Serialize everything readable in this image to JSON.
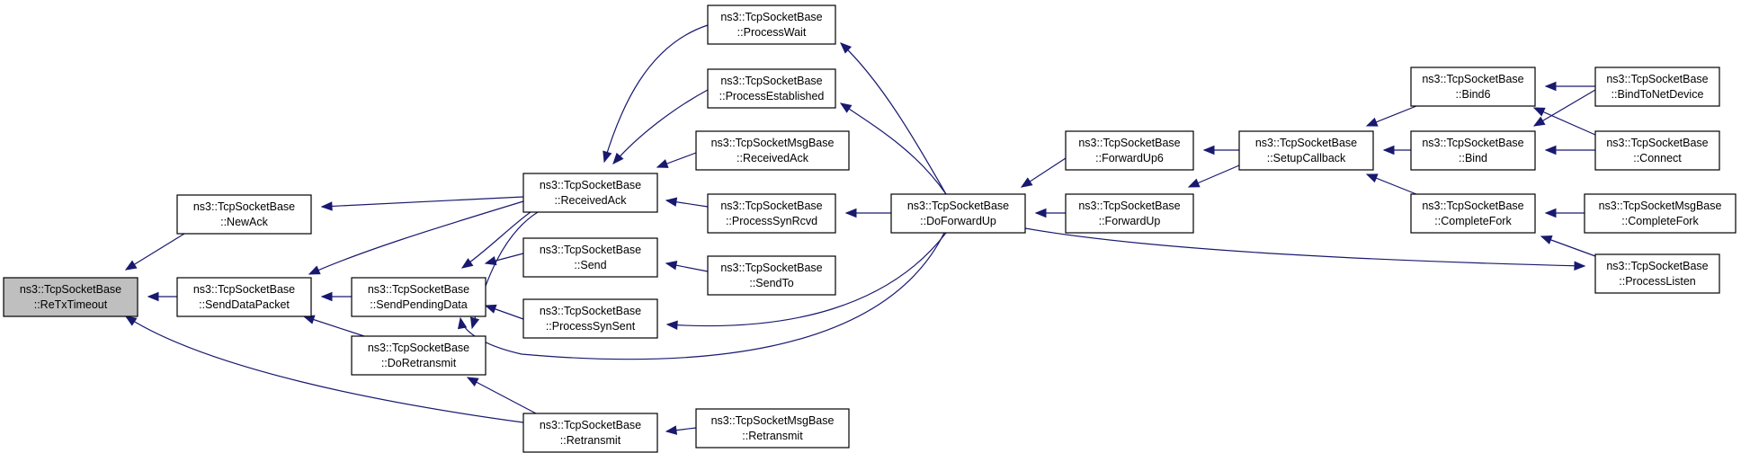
{
  "diagram": {
    "accent_color": "#191970",
    "node_fill": "#ffffff",
    "current_node_fill": "#bfbfbf",
    "nodes": [
      {
        "id": "RetxTimeout",
        "line1": "ns3::TcpSocketBase",
        "line2": "::ReTxTimeout",
        "current": true
      },
      {
        "id": "NewAck",
        "line1": "ns3::TcpSocketBase",
        "line2": "::NewAck"
      },
      {
        "id": "SendDataPacket",
        "line1": "ns3::TcpSocketBase",
        "line2": "::SendDataPacket"
      },
      {
        "id": "SendPendingData",
        "line1": "ns3::TcpSocketBase",
        "line2": "::SendPendingData"
      },
      {
        "id": "DoRetransmit",
        "line1": "ns3::TcpSocketBase",
        "line2": "::DoRetransmit"
      },
      {
        "id": "ReceivedAck",
        "line1": "ns3::TcpSocketBase",
        "line2": "::ReceivedAck"
      },
      {
        "id": "Send",
        "line1": "ns3::TcpSocketBase",
        "line2": "::Send"
      },
      {
        "id": "ProcessSynSent",
        "line1": "ns3::TcpSocketBase",
        "line2": "::ProcessSynSent"
      },
      {
        "id": "Retransmit",
        "line1": "ns3::TcpSocketBase",
        "line2": "::Retransmit"
      },
      {
        "id": "ProcessWait",
        "line1": "ns3::TcpSocketBase",
        "line2": "::ProcessWait"
      },
      {
        "id": "ProcessEstablished",
        "line1": "ns3::TcpSocketBase",
        "line2": "::ProcessEstablished"
      },
      {
        "id": "MsgReceivedAck",
        "line1": "ns3::TcpSocketMsgBase",
        "line2": "::ReceivedAck"
      },
      {
        "id": "ProcessSynRcvd",
        "line1": "ns3::TcpSocketBase",
        "line2": "::ProcessSynRcvd"
      },
      {
        "id": "SendTo",
        "line1": "ns3::TcpSocketBase",
        "line2": "::SendTo"
      },
      {
        "id": "MsgRetransmit",
        "line1": "ns3::TcpSocketMsgBase",
        "line2": "::Retransmit"
      },
      {
        "id": "DoForwardUp",
        "line1": "ns3::TcpSocketBase",
        "line2": "::DoForwardUp"
      },
      {
        "id": "ForwardUp6",
        "line1": "ns3::TcpSocketBase",
        "line2": "::ForwardUp6"
      },
      {
        "id": "ForwardUp",
        "line1": "ns3::TcpSocketBase",
        "line2": "::ForwardUp"
      },
      {
        "id": "SetupCallback",
        "line1": "ns3::TcpSocketBase",
        "line2": "::SetupCallback"
      },
      {
        "id": "Bind6",
        "line1": "ns3::TcpSocketBase",
        "line2": "::Bind6"
      },
      {
        "id": "Bind",
        "line1": "ns3::TcpSocketBase",
        "line2": "::Bind"
      },
      {
        "id": "CompleteFork",
        "line1": "ns3::TcpSocketBase",
        "line2": "::CompleteFork"
      },
      {
        "id": "BindToNetDevice",
        "line1": "ns3::TcpSocketBase",
        "line2": "::BindToNetDevice"
      },
      {
        "id": "Connect",
        "line1": "ns3::TcpSocketBase",
        "line2": "::Connect"
      },
      {
        "id": "MsgCompleteFork",
        "line1": "ns3::TcpSocketMsgBase",
        "line2": "::CompleteFork"
      },
      {
        "id": "ProcessListen",
        "line1": "ns3::TcpSocketBase",
        "line2": "::ProcessListen"
      }
    ],
    "edges": [
      {
        "from": "NewAck",
        "to": "RetxTimeout"
      },
      {
        "from": "SendDataPacket",
        "to": "RetxTimeout"
      },
      {
        "from": "Retransmit",
        "to": "RetxTimeout"
      },
      {
        "from": "ReceivedAck",
        "to": "NewAck"
      },
      {
        "from": "SendPendingData",
        "to": "SendDataPacket"
      },
      {
        "from": "DoRetransmit",
        "to": "SendDataPacket"
      },
      {
        "from": "ReceivedAck",
        "to": "SendDataPacket"
      },
      {
        "from": "Send",
        "to": "SendPendingData"
      },
      {
        "from": "ProcessSynSent",
        "to": "SendPendingData"
      },
      {
        "from": "ReceivedAck",
        "to": "SendPendingData"
      },
      {
        "from": "DoForwardUp",
        "to": "SendPendingData"
      },
      {
        "from": "ReceivedAck",
        "to": "DoRetransmit"
      },
      {
        "from": "Retransmit",
        "to": "DoRetransmit"
      },
      {
        "from": "ProcessWait",
        "to": "ReceivedAck"
      },
      {
        "from": "ProcessEstablished",
        "to": "ReceivedAck"
      },
      {
        "from": "MsgReceivedAck",
        "to": "ReceivedAck"
      },
      {
        "from": "ProcessSynRcvd",
        "to": "ReceivedAck"
      },
      {
        "from": "SendTo",
        "to": "Send"
      },
      {
        "from": "DoForwardUp",
        "to": "ProcessSynSent"
      },
      {
        "from": "MsgRetransmit",
        "to": "Retransmit"
      },
      {
        "from": "DoForwardUp",
        "to": "ProcessWait"
      },
      {
        "from": "DoForwardUp",
        "to": "ProcessEstablished"
      },
      {
        "from": "DoForwardUp",
        "to": "ProcessSynRcvd"
      },
      {
        "from": "ForwardUp6",
        "to": "DoForwardUp"
      },
      {
        "from": "ForwardUp",
        "to": "DoForwardUp"
      },
      {
        "from": "DoForwardUp",
        "to": "ProcessListen"
      },
      {
        "from": "SetupCallback",
        "to": "ForwardUp6"
      },
      {
        "from": "SetupCallback",
        "to": "ForwardUp"
      },
      {
        "from": "Bind6",
        "to": "SetupCallback"
      },
      {
        "from": "Bind",
        "to": "SetupCallback"
      },
      {
        "from": "CompleteFork",
        "to": "SetupCallback"
      },
      {
        "from": "BindToNetDevice",
        "to": "Bind6"
      },
      {
        "from": "Connect",
        "to": "Bind6"
      },
      {
        "from": "BindToNetDevice",
        "to": "Bind"
      },
      {
        "from": "Connect",
        "to": "Bind"
      },
      {
        "from": "MsgCompleteFork",
        "to": "CompleteFork"
      },
      {
        "from": "ProcessListen",
        "to": "CompleteFork"
      }
    ]
  }
}
